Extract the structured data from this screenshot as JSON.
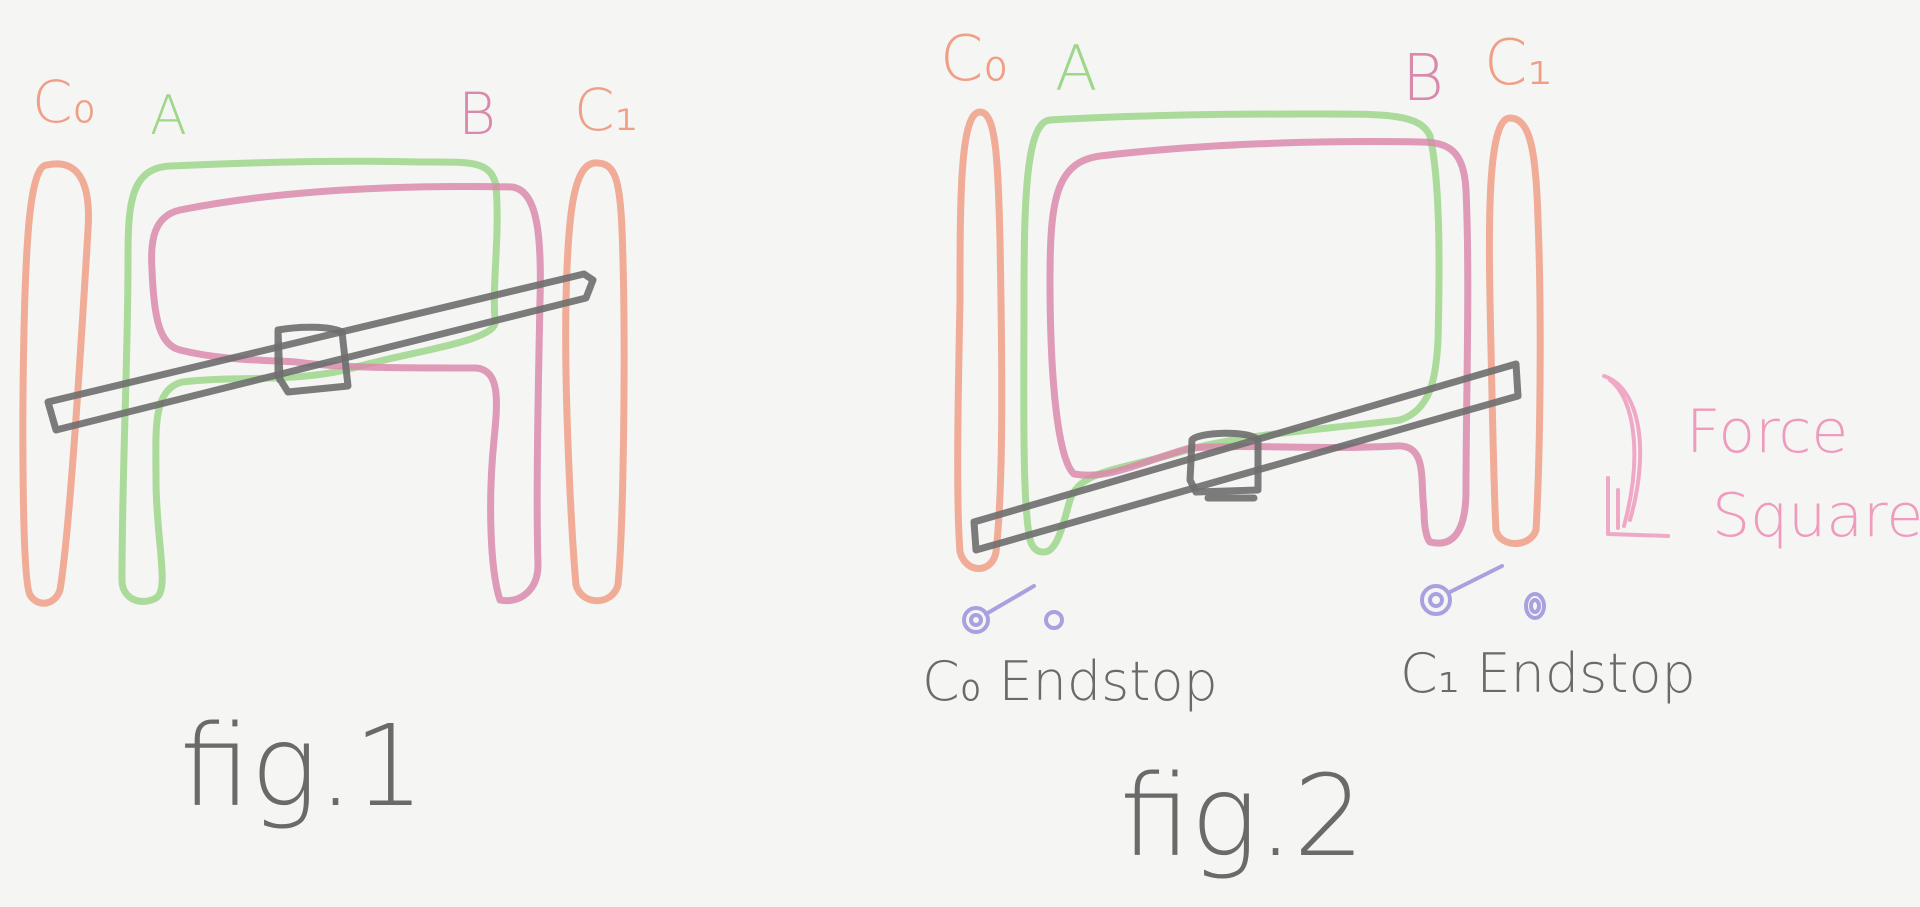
{
  "colors": {
    "background": "#f5f5f4",
    "c_rails": "#ef9f86",
    "gantry_a": "#9ed68a",
    "gantry_b": "#d98aac",
    "bar": "#6e6e6e",
    "endstop": "#9b93dc",
    "label_gray": "#6a6a6a",
    "force_pink": "#ee9bbd"
  },
  "figures": [
    {
      "id": "fig1",
      "caption": "fig.1",
      "labels": {
        "c0": "C₀",
        "a": "A",
        "b": "B",
        "c1": "C₁"
      }
    },
    {
      "id": "fig2",
      "caption": "fig.2",
      "labels": {
        "c0": "C₀",
        "a": "A",
        "b": "B",
        "c1": "C₁"
      },
      "annotation": {
        "line1": "Force",
        "line2": "Square",
        "icon": "curved-down-arrow-icon"
      },
      "endstops": [
        {
          "label": "C₀ Endstop",
          "icon": "endstop-switch-icon"
        },
        {
          "label": "C₁ Endstop",
          "icon": "endstop-switch-icon"
        }
      ]
    }
  ]
}
